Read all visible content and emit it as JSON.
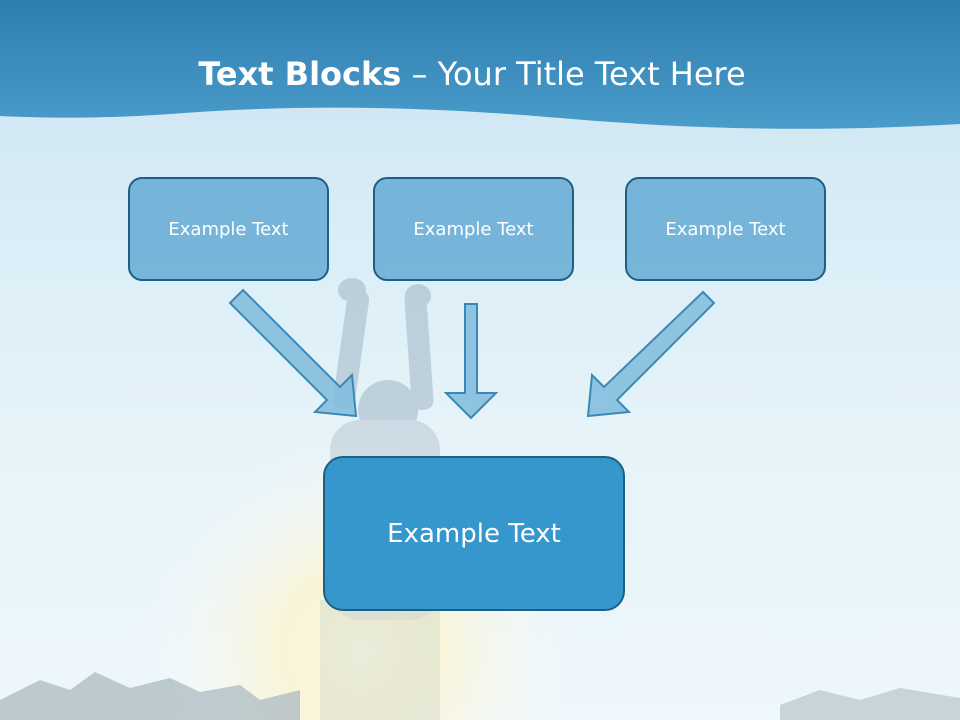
{
  "title": {
    "bold": "Text Blocks",
    "separator": " – ",
    "light": "Your Title Text Here"
  },
  "blocks": [
    {
      "label": "Example Text"
    },
    {
      "label": "Example Text"
    },
    {
      "label": "Example Text"
    }
  ],
  "center_block": {
    "label": "Example Text"
  },
  "colors": {
    "header": "#3b8fbf",
    "box_fill": "#6eb0d6",
    "box_border": "#1e5f86",
    "center_fill": "#3597cc",
    "arrow_fill": "#7fbcdd"
  }
}
